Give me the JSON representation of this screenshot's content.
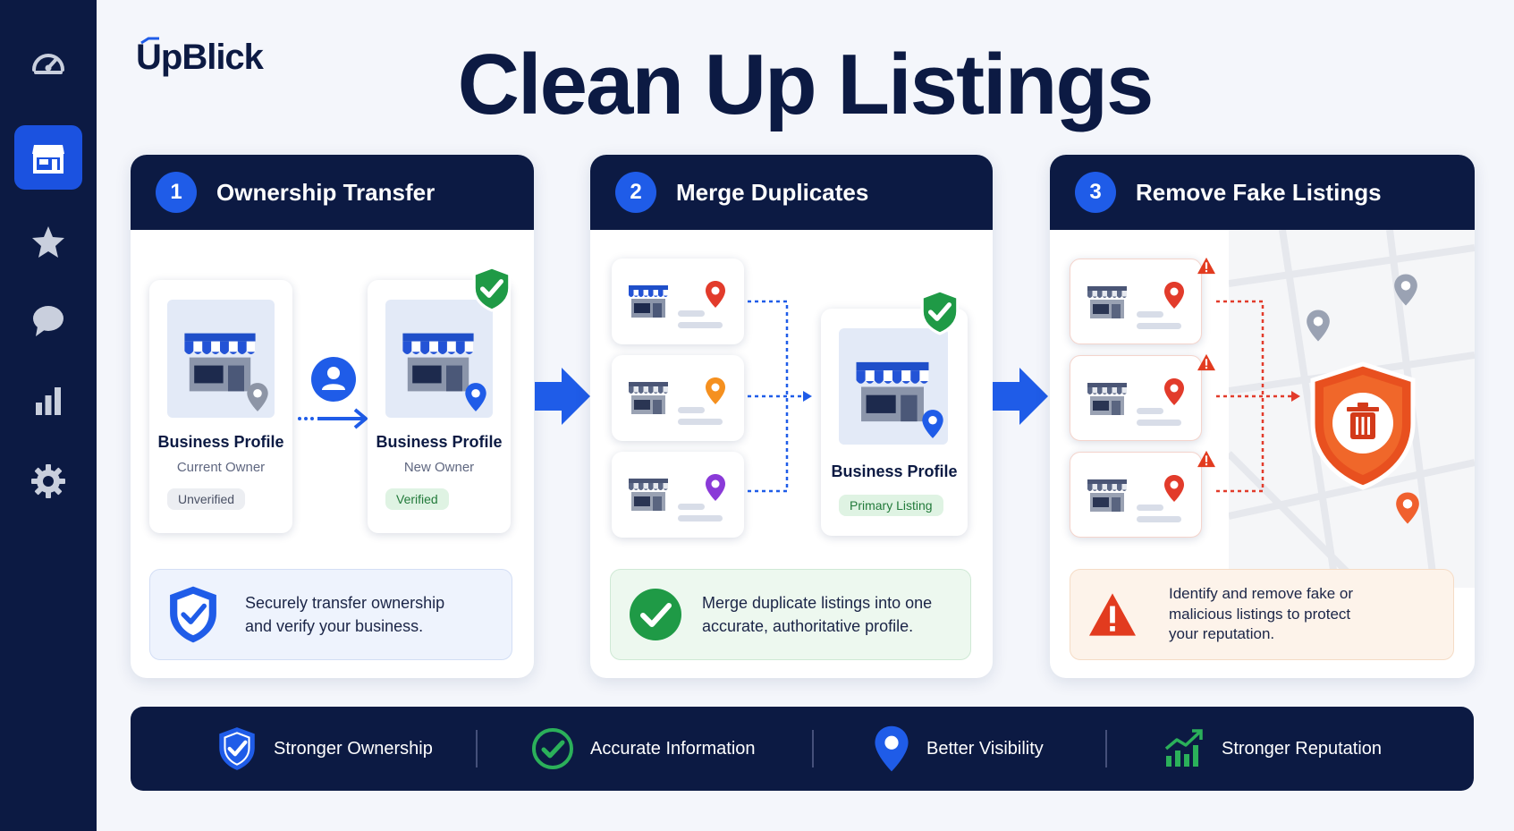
{
  "brand": {
    "name": "UpBlick"
  },
  "title": "Clean Up Listings",
  "sidebar": {
    "items": [
      {
        "icon": "dashboard-gauge-icon",
        "active": false
      },
      {
        "icon": "storefront-icon",
        "active": true
      },
      {
        "icon": "star-icon",
        "active": false
      },
      {
        "icon": "chat-bubble-icon",
        "active": false
      },
      {
        "icon": "bar-chart-icon",
        "active": false
      },
      {
        "icon": "gear-icon",
        "active": false
      }
    ]
  },
  "panels": [
    {
      "number": "1",
      "title": "Ownership Transfer",
      "from_card": {
        "name": "Business Profile",
        "role": "Current Owner",
        "status": "Unverified"
      },
      "to_card": {
        "name": "Business Profile",
        "role": "New Owner",
        "status": "Verified"
      },
      "info": "Securely transfer ownership and verify your business."
    },
    {
      "number": "2",
      "title": "Merge Duplicates",
      "merged_card": {
        "name": "Business Profile",
        "status": "Primary Listing"
      },
      "info": "Merge duplicate listings into one accurate, authoritative profile."
    },
    {
      "number": "3",
      "title": "Remove Fake Listings",
      "info": "Identify and remove fake or malicious listings to protect your reputation."
    }
  ],
  "benefits": [
    {
      "icon": "shield-check-icon",
      "label": "Stronger Ownership"
    },
    {
      "icon": "check-circle-icon",
      "label": "Accurate Information"
    },
    {
      "icon": "location-pin-icon",
      "label": "Better Visibility"
    },
    {
      "icon": "growth-chart-icon",
      "label": "Stronger Reputation"
    }
  ],
  "colors": {
    "navy": "#0c1a43",
    "accent_blue": "#1f5ce8",
    "success_green": "#1f9a46",
    "danger_orange": "#e8501f"
  }
}
